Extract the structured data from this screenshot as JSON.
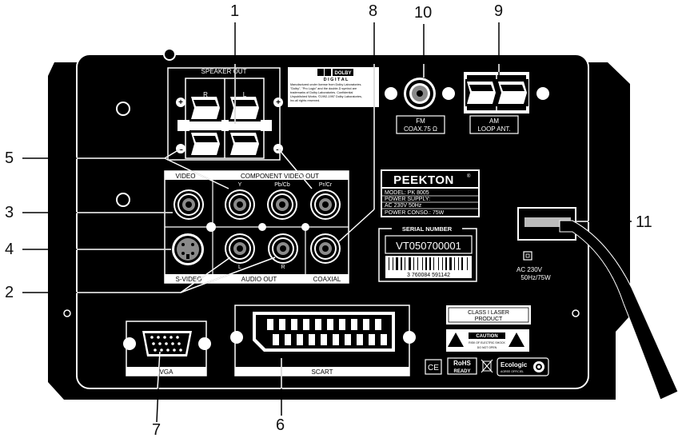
{
  "callouts": [
    "1",
    "2",
    "3",
    "4",
    "5",
    "6",
    "7",
    "8",
    "9",
    "10",
    "11"
  ],
  "speaker": {
    "title": "SPEAKER OUT",
    "r": "R",
    "l": "L",
    "plus": "+",
    "minus": "–"
  },
  "dolby": {
    "brand": "DOLBY",
    "sub": "D I G I T A L",
    "lines": [
      "Manufactured under license from Dolby Laboratories.",
      "\"Dolby\", \"Pro Logic\" and the double-D symbol are",
      "trademarks of Dolby Laboratories. Confidential",
      "Unpublished Works. ©1992-1997 Dolby Laboratories,",
      "Inc.all rights reserved."
    ]
  },
  "fm": {
    "line1": "FM",
    "line2": "COAX.75 Ω"
  },
  "am": {
    "line1": "AM",
    "line2": "LOOP ANT."
  },
  "video": {
    "video": "VIDEO",
    "svideo": "S-VIDEO",
    "component": "COMPONENT VIDEO OUT",
    "y": "Y",
    "pb": "Pb/Cb",
    "pr": "Pr/Cr",
    "audio": "AUDIO OUT",
    "audio_l": "L",
    "audio_r": "R",
    "coaxial": "COAXIAL"
  },
  "model": {
    "brand": "PEEKTON",
    "reg": "®",
    "rows": [
      "MODEL: PK 8005",
      "POWER SUPPLY:",
      "AC 230V 50Hz",
      "POWER CONSO.: 75W"
    ]
  },
  "serial": {
    "title": "SERIAL NUMBER",
    "number": "VT050700001",
    "barcode": "3 760084 591142"
  },
  "power": {
    "line1": "AC 230V",
    "line2": "50Hz/75W"
  },
  "vga": "VGA",
  "scart": "SCART",
  "laser": {
    "line1": "CLASS I LASER",
    "line2": "PRODUCT"
  },
  "caution": {
    "title": "CAUTION",
    "line1": "RISK OF ELECTRIC SHOCK",
    "line2": "DO NOT OPEN"
  },
  "marks": {
    "ce": "CE",
    "rohs1": "RoHS",
    "rohs2": "READY",
    "eco": "Ecologic",
    "eco_sub": "AGREE OFFICIEL"
  }
}
